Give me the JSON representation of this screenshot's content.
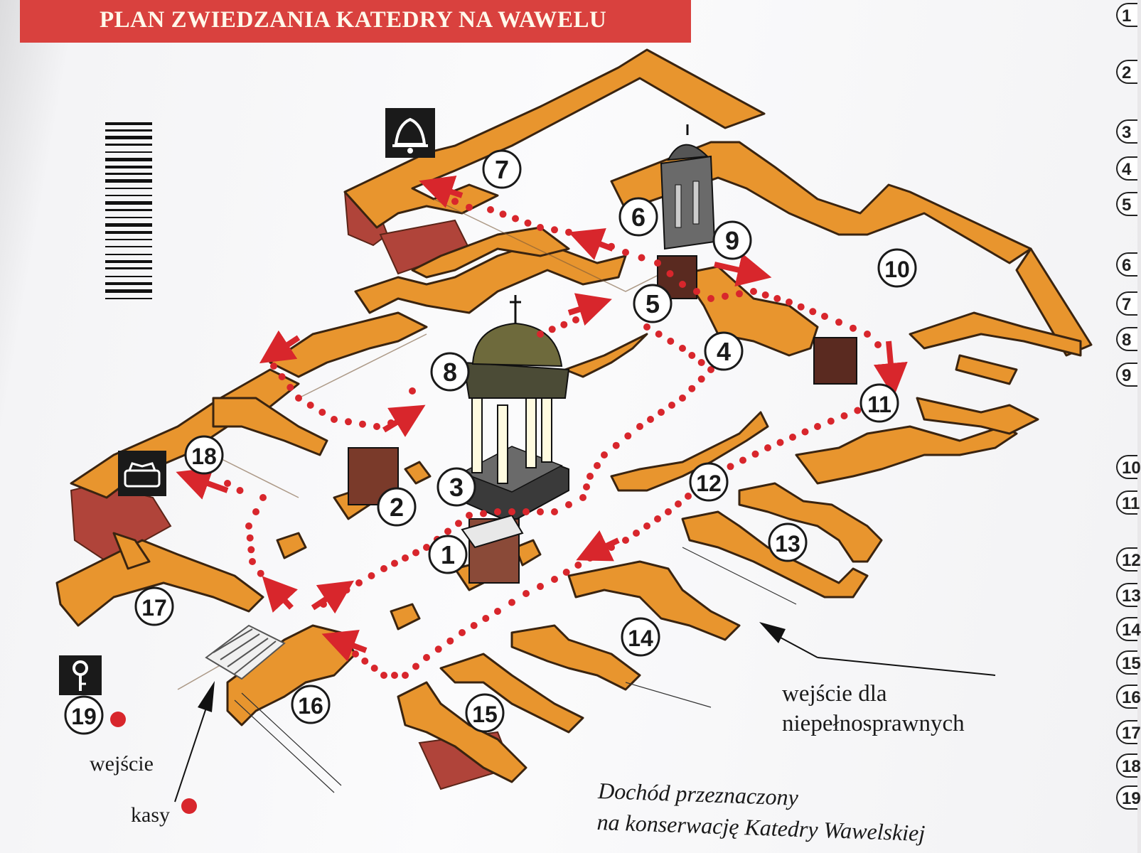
{
  "title": "PLAN ZWIEDZANIA KATEDRY NA WAWELU",
  "stops": [
    "1",
    "2",
    "3",
    "4",
    "5",
    "6",
    "7",
    "8",
    "9",
    "10",
    "11",
    "12",
    "13",
    "14",
    "15",
    "16",
    "17",
    "18",
    "19"
  ],
  "legend_numbers": [
    "1",
    "2",
    "3",
    "4",
    "5",
    "6",
    "7",
    "8",
    "9",
    "10",
    "11",
    "12",
    "13",
    "14",
    "15",
    "16",
    "17",
    "18",
    "19"
  ],
  "labels": {
    "accessible_entrance": "wejście dla\nniepełnosprawnych",
    "entrance": "wejście",
    "ticket_office": "kasy",
    "income_note": "Dochód przeznaczony\nna konserwację Katedry Wawelskiej"
  },
  "icons": [
    "bell-icon",
    "tomb-icon",
    "info-key-icon",
    "barcode"
  ],
  "colors": {
    "title_bg": "#d9413e",
    "walls": "#e8952e",
    "wall_shadow": "#8c5b2b",
    "route": "#d8262c",
    "brick": "#b0443a"
  }
}
